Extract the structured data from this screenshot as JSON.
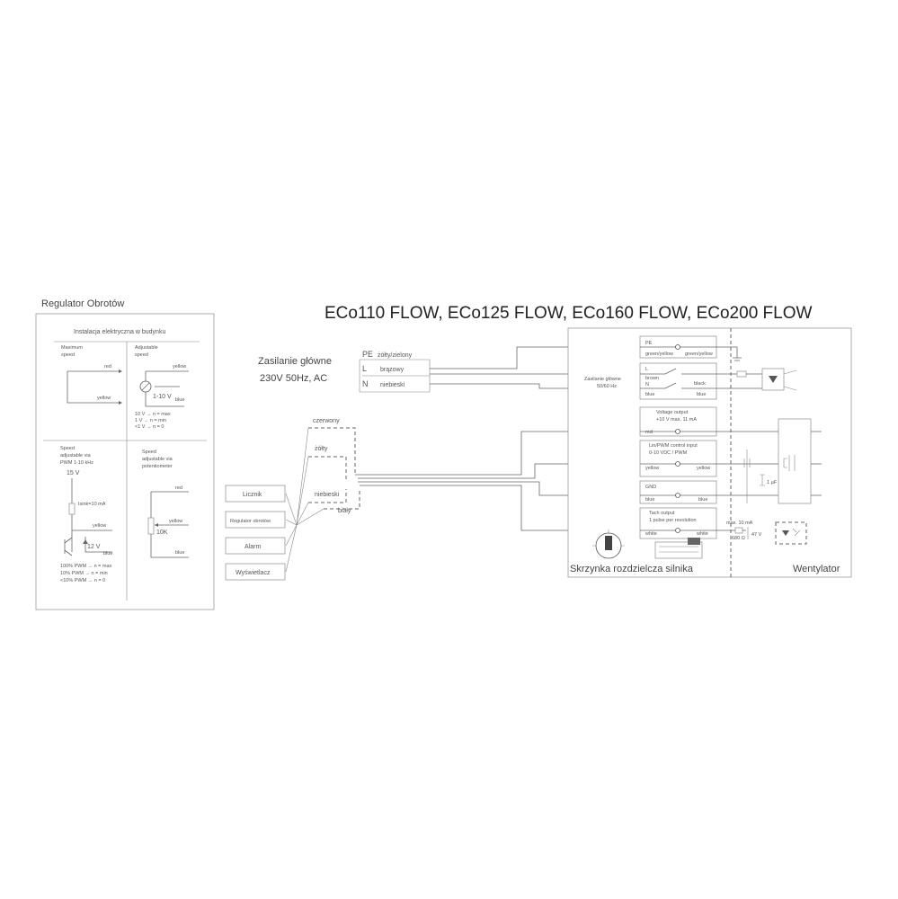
{
  "regulator": {
    "title": "Regulator Obrotów",
    "header": "Instalacja elektryczna w budynku",
    "q1": {
      "label1": "Maximum",
      "label2": "speed",
      "red": "red",
      "yellow": "yellow"
    },
    "q2": {
      "label1": "Adjustable",
      "label2": "speed",
      "yellow": "yellow",
      "voltage": "1-10 V",
      "blue": "blue",
      "note1": "10 V → n = max",
      "note2": "1 V → n = min",
      "note3": "<1 V → n = 0"
    },
    "q3": {
      "label1": "Speed",
      "label2": "adjustable via",
      "label3": "PWM 1-10 kHz",
      "v15": "15 V",
      "isink": "Isink=10 mA",
      "yellow": "yellow",
      "v12": "12 V",
      "blue": "blue",
      "note1": "100% PWM → n = max",
      "note2": "10% PWM → n = min",
      "note3": "<10% PWM → n = 0"
    },
    "q4": {
      "label1": "Speed",
      "label2": "adjustable via",
      "label3": "potentiometer",
      "red": "red",
      "yellow": "yellow",
      "pot": "10K",
      "blue": "blue"
    }
  },
  "main_title": "ECo110 FLOW, ECo125 FLOW, ECo160 FLOW, ECo200 FLOW",
  "supply": {
    "label": "Zasilanie główne",
    "spec": "230V 50Hz, AC",
    "pe": "PE",
    "pe_color": "żółty/zielony",
    "l": "L",
    "l_color": "brązowy",
    "n": "N",
    "n_color": "niebieski"
  },
  "wires": {
    "red": "czerwony",
    "yellow": "żółty",
    "blue": "niebieski",
    "white": "biały"
  },
  "devices": [
    "Licznik",
    "Regulator obrotów",
    "Alarm",
    "Wyświetlacz"
  ],
  "terminal": {
    "t1": {
      "pe": "PE",
      "gy": "green/yellow",
      "gy2": "green/yellow"
    },
    "t2": {
      "l": "L",
      "brown": "brown",
      "n": "N",
      "blue": "blue",
      "black": "black",
      "blue2": "blue",
      "supply1": "Zasilanie główne",
      "supply2": "50/60 Hz"
    },
    "t3": {
      "label1": "Voltage output",
      "label2": "+10 V max. 11 mA",
      "red": "red"
    },
    "t4": {
      "label1": "Lin/PWM control input",
      "label2": "0-10 VDC / PWM",
      "yellow": "yellow",
      "yellow2": "yellow"
    },
    "t5": {
      "label1": "GND",
      "blue": "blue",
      "blue2": "blue"
    },
    "t6": {
      "label1": "Tach output",
      "label2": "1 pulse per revolution",
      "white": "white",
      "white2": "white"
    }
  },
  "motor": {
    "maxma": "max. 10 mA",
    "r680": "680 Ω",
    "v47": "47 V",
    "uf": "1 µF"
  },
  "junction_box": "Skrzynka rozdzielcza silnika",
  "fan": "Wentylator"
}
